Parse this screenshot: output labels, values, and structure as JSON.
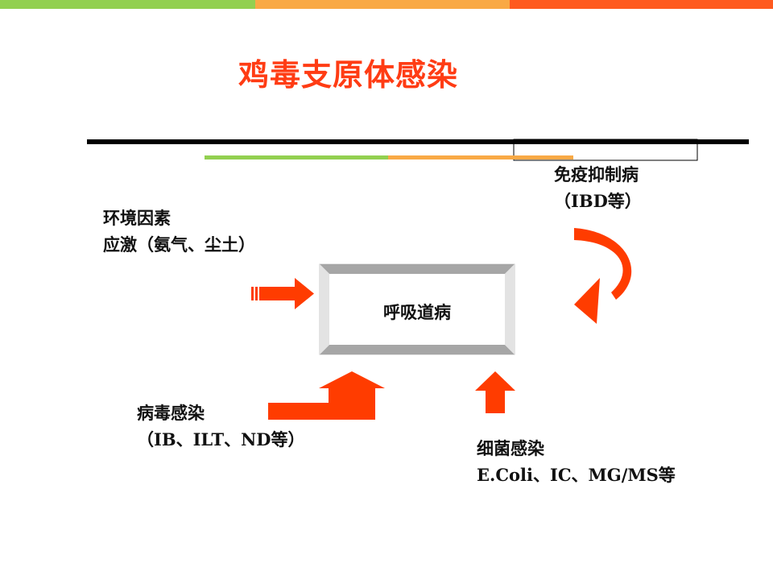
{
  "slide": {
    "title": "鸡毒支原体感染",
    "center": "呼吸道病",
    "factors": {
      "environment": [
        "环境因素",
        "应激（氨气、尘土）"
      ],
      "immuno": [
        "免疫抑制病",
        "（IBD等）"
      ],
      "virus": [
        "病毒感染",
        "（IB、ILT、ND等）"
      ],
      "bacteria": [
        "细菌感染",
        "E.Coli、IC、MG/MS等"
      ]
    }
  },
  "colors": {
    "green": "#92d050",
    "orange": "#f9a945",
    "red_orange": "#ff5a1f",
    "title": "#ff3c14",
    "arrow": "#ff3c00",
    "line": "#000000"
  }
}
